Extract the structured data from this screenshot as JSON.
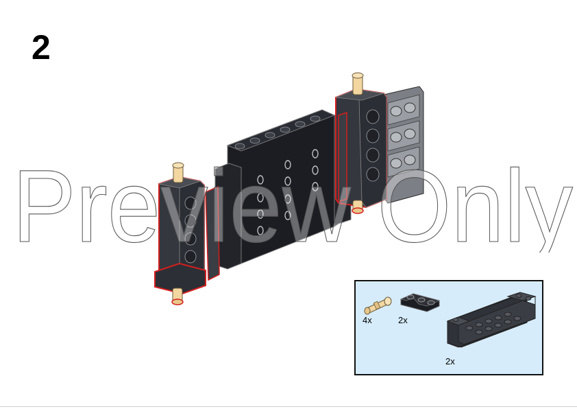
{
  "step": {
    "number": "2"
  },
  "watermark": {
    "text": "Preview Only"
  },
  "parts_list": {
    "items": [
      {
        "icon": "axle-pin-tan",
        "quantity": "4x"
      },
      {
        "icon": "plate-corner-black",
        "quantity": "2x"
      },
      {
        "icon": "brick-bracket-dark-gray",
        "quantity": "2x"
      }
    ]
  },
  "colors": {
    "black_part": "#1b1d22",
    "dark_gray_part": "#3a3d44",
    "light_gray_part": "#9a9da3",
    "tan_pin": "#f3d6a0",
    "highlight_outline": "#d41f1f",
    "parts_box_bg": "#d6ecfb"
  }
}
